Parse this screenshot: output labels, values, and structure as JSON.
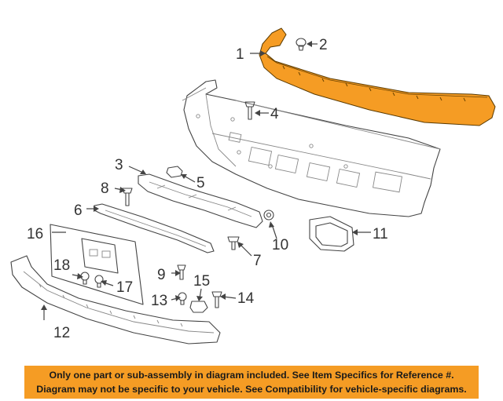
{
  "callouts": {
    "c1": "1",
    "c2": "2",
    "c3": "3",
    "c4": "4",
    "c5": "5",
    "c6": "6",
    "c7": "7",
    "c8": "8",
    "c9": "9",
    "c10": "10",
    "c11": "11",
    "c12": "12",
    "c13": "13",
    "c14": "14",
    "c15": "15",
    "c16": "16",
    "c17": "17",
    "c18": "18"
  },
  "colors": {
    "highlight_part": "#f59c24",
    "banner": "#f59c24",
    "line": "#444444"
  },
  "banner": {
    "line1": "Only one part or sub-assembly in diagram included. See Item Specifics for Reference #.",
    "line2": "Diagram may not be specific to your vehicle. See Compatibility for vehicle-specific diagrams."
  }
}
